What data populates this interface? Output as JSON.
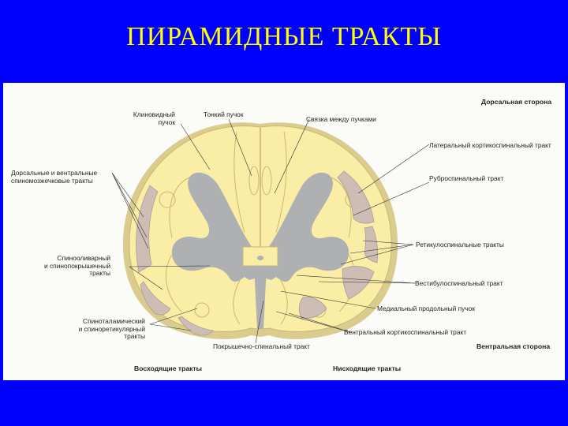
{
  "slide_title": "ПИРАМИДНЫЕ ТРАКТЫ",
  "colors": {
    "background": "#0000ff",
    "title": "#ffff00",
    "white_matter": "#faeda6",
    "grey_matter": "#aeb0b2",
    "tract": "#cdbdb4",
    "pia": "#d9cc8e"
  },
  "labels": {
    "dorsal_side": "Дорсальная сторона",
    "ventral_side": "Вентральная сторона",
    "cuneate": "Клиновидный\nпучок",
    "gracile": "Тонкий пучок",
    "interfascicular": "Связка между пучками",
    "lateral_corticospinal": "Латеральный кортикоспинальный тракт",
    "rubrospinal": "Руброспинальный тракт",
    "spinocerebellar": "Дорсальные и вентральные\nспиномозжечковые тракты",
    "reticulospinal": "Ретикулоспинальные тракты",
    "spino_olivary": "Спинооливарный\nи спинопокрышечный\nтракты",
    "vestibulospinal": "Вестибулоспинальный тракт",
    "medial_longitudinal": "Медиальный продольный пучок",
    "spinothalamic": "Спиноталамический\nи спиноретикулярный\nтракты",
    "ventral_corticospinal": "Вентральный кортикоспинальный тракт",
    "tectospinal": "Покрышечно-спинальный тракт",
    "ascending": "Восходящие тракты",
    "descending": "Нисходящие тракты"
  }
}
